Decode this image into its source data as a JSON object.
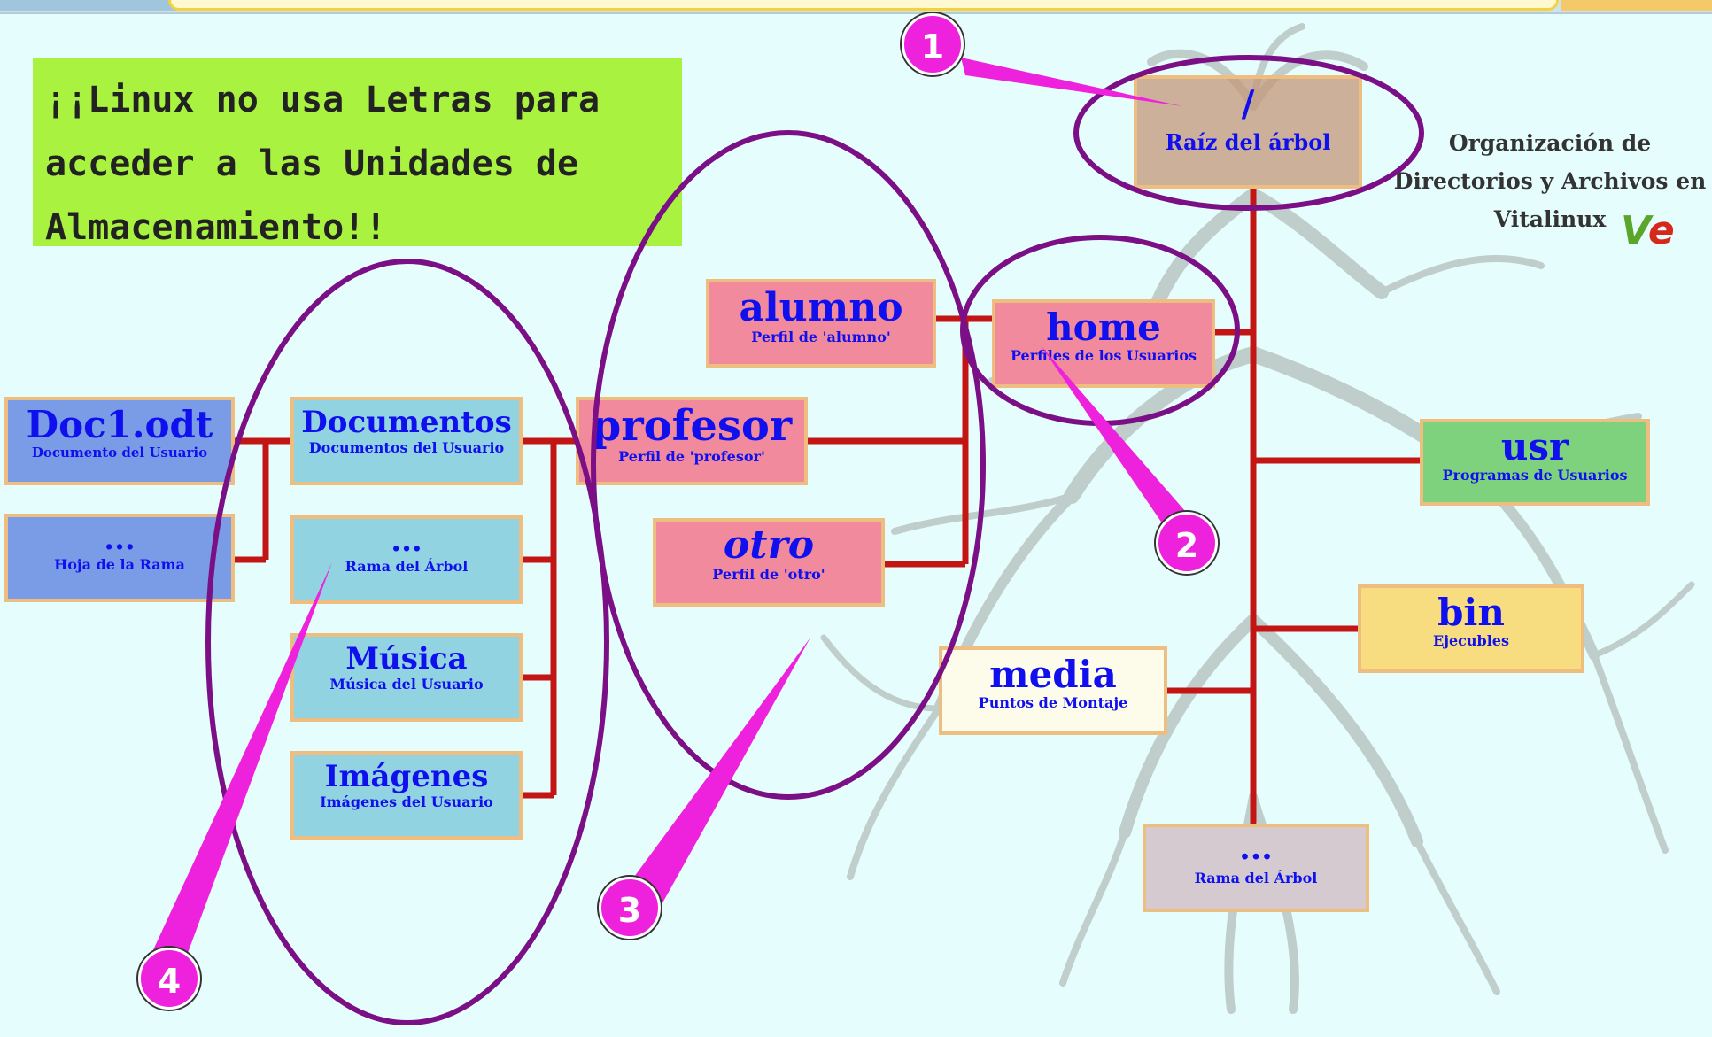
{
  "banner": {
    "lines": [
      "¡¡Linux no usa Letras para",
      "acceder a las Unidades de",
      "Almacenamiento!!"
    ]
  },
  "title": {
    "line1": "Organización de",
    "line2": "Directorios y Archivos en",
    "line3": "Vitalinux"
  },
  "logo": {
    "text": "Ve"
  },
  "nodes": {
    "root": {
      "title": "/",
      "subtitle": "Raíz del árbol"
    },
    "home": {
      "title": "home",
      "subtitle": "Perfiles de los Usuarios"
    },
    "usr": {
      "title": "usr",
      "subtitle": "Programas de Usuarios"
    },
    "bin": {
      "title": "bin",
      "subtitle": "Ejecubles"
    },
    "media": {
      "title": "media",
      "subtitle": "Puntos de Montaje"
    },
    "rama_bottom": {
      "title": "...",
      "subtitle": "Rama del Árbol"
    },
    "alumno": {
      "title": "alumno",
      "subtitle": "Perfil de 'alumno'"
    },
    "profesor": {
      "title": "profesor",
      "subtitle": "Perfil de 'profesor'"
    },
    "otro": {
      "title": "otro",
      "subtitle": "Perfil de 'otro'"
    },
    "documentos": {
      "title": "Documentos",
      "subtitle": "Documentos del Usuario"
    },
    "rama_mid": {
      "title": "...",
      "subtitle": "Rama del Árbol"
    },
    "musica": {
      "title": "Música",
      "subtitle": "Música del Usuario"
    },
    "imagenes": {
      "title": "Imágenes",
      "subtitle": "Imágenes del Usuario"
    },
    "doc1": {
      "title": "Doc1.odt",
      "subtitle": "Documento del Usuario"
    },
    "hoja": {
      "title": "...",
      "subtitle": "Hoja de la Rama"
    }
  },
  "callouts": [
    "1",
    "2",
    "3",
    "4"
  ],
  "colors": {
    "background": "#e6fdfd",
    "connector": "#c41515",
    "ellipse": "#7a0f86",
    "callout": "#ee22dd",
    "banner": "#a9f23f",
    "node_text": "#1010ee"
  }
}
